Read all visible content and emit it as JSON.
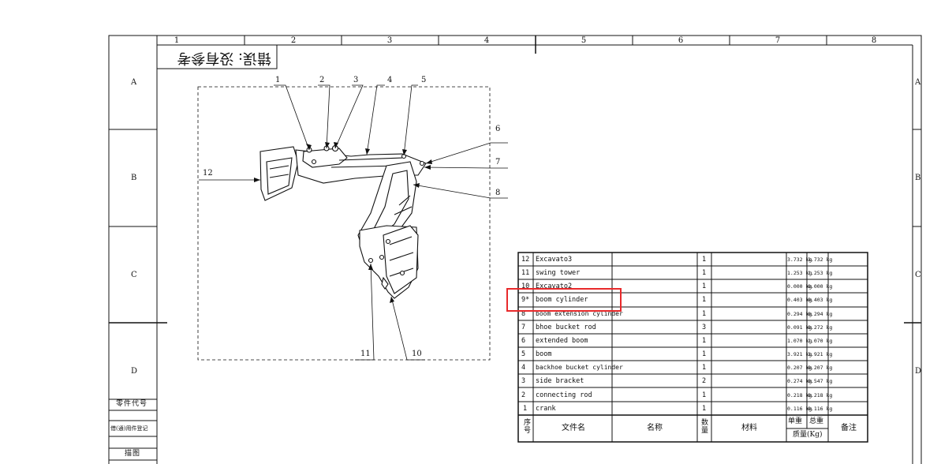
{
  "frame": {
    "columns": [
      "1",
      "2",
      "3",
      "4",
      "5",
      "6",
      "7",
      "8"
    ],
    "rows": [
      "A",
      "B",
      "C",
      "D"
    ]
  },
  "error_label": "错误: 没有参考",
  "left_strip": {
    "part_code": "零件代号",
    "used_on": "借(通)用件登记",
    "drawing": "描图"
  },
  "callouts": [
    "1",
    "2",
    "3",
    "4",
    "5",
    "6",
    "7",
    "8",
    "10",
    "11",
    "12"
  ],
  "bom": {
    "rows": [
      {
        "no": "12",
        "file": "Excavato3",
        "qty": "1",
        "unit": "3.732 kg",
        "total": "3.732 kg"
      },
      {
        "no": "11",
        "file": "swing tower",
        "qty": "1",
        "unit": "1.253 kg",
        "total": "1.253 kg"
      },
      {
        "no": "10",
        "file": "Excavato2",
        "qty": "1",
        "unit": "0.000 kg",
        "total": "0.000 kg"
      },
      {
        "no": "9*",
        "file": "boom cylinder",
        "qty": "1",
        "unit": "0.403 kg",
        "total": "0.403 kg"
      },
      {
        "no": "8",
        "file": "boom extension cylinder",
        "qty": "1",
        "unit": "0.294 kg",
        "total": "0.294 kg"
      },
      {
        "no": "7",
        "file": "bhoe bucket rod",
        "qty": "3",
        "unit": "0.091 kg",
        "total": "0.272 kg"
      },
      {
        "no": "6",
        "file": "extended boom",
        "qty": "1",
        "unit": "1.070 kg",
        "total": "1.070 kg"
      },
      {
        "no": "5",
        "file": "boom",
        "qty": "1",
        "unit": "3.921 kg",
        "total": "3.921 kg"
      },
      {
        "no": "4",
        "file": "backhoe bucket cylinder",
        "qty": "1",
        "unit": "0.207 kg",
        "total": "0.207 kg"
      },
      {
        "no": "3",
        "file": "side bracket",
        "qty": "2",
        "unit": "0.274 kg",
        "total": "0.547 kg"
      },
      {
        "no": "2",
        "file": "connecting rod",
        "qty": "1",
        "unit": "0.218 kg",
        "total": "0.218 kg"
      },
      {
        "no": "1",
        "file": "crank",
        "qty": "1",
        "unit": "0.116 kg",
        "total": "0.116 kg"
      }
    ],
    "headers": {
      "seq": "序号",
      "file": "文件名",
      "name": "名称",
      "qty": "数量",
      "material": "材料",
      "unit_mass": "单重",
      "total_mass": "总重",
      "mass": "质量(Kg)",
      "remarks": "备注"
    }
  },
  "highlight_color": "#e8292b"
}
